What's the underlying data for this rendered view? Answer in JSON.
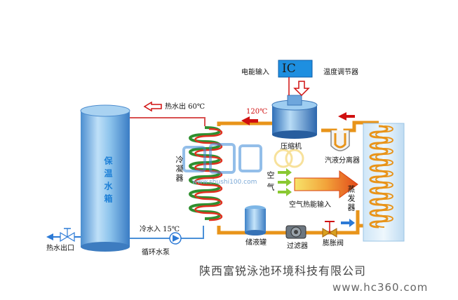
{
  "labels": {
    "power_input": "电能输入",
    "ic": "IC",
    "temp_controller": "温度调节器",
    "hot_water_out": "热水出 60℃",
    "temp_120": "120℃",
    "compressor": "压缩机",
    "gas_liquid_separator": "汽液分离器",
    "tank": "保温水箱",
    "condenser": "冷凝器",
    "air": "空气",
    "air_heat_input": "空气热能输入",
    "evaporator": "蒸发器",
    "cold_water_in": "冷水入 15℃",
    "receiver": "储液罐",
    "filter": "过滤器",
    "expansion_valve": "膨胀阀",
    "hot_water_outlet": "热水出口",
    "circulation_pump": "循环水泵",
    "watermark_url": "www.shushi100.com",
    "company": "陕西富锐泳池环境科技有限公司",
    "website": "www.hc360.com"
  },
  "colors": {
    "pipe": "#e8941a",
    "hot_arrow": "#d01010",
    "cold_arrow": "#2c7ad6",
    "tank_blue": "#7fb6e6",
    "coil_green": "#2f8f2f",
    "coil_red": "#e03020",
    "air_arrow_green": "#8ac832"
  }
}
